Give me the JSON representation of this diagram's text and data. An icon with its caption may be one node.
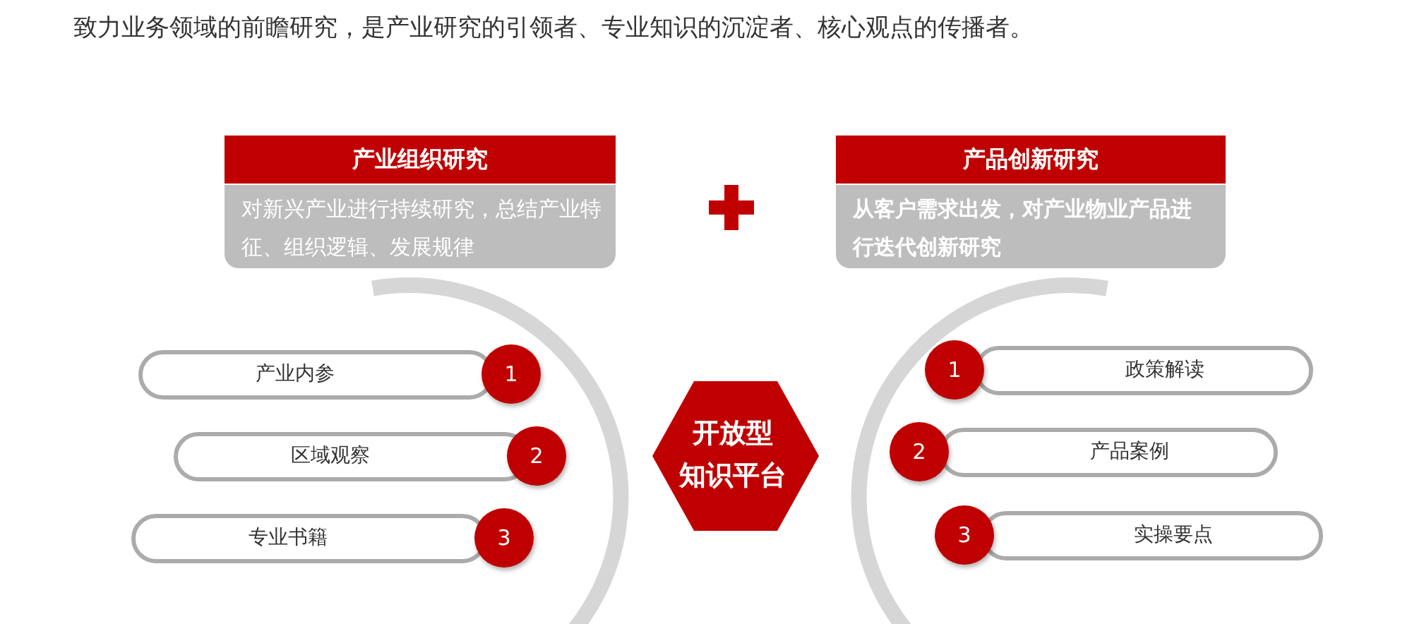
{
  "diagram": {
    "title": "致力业务领域的前瞻研究，是产业研究的引领者、专业知识的沉淀者、核心观点的传播者。",
    "nodes": [
      {
        "text": [
          "产业组织研究",
          "对新兴产业进行持续研究，总结产业特征、组织逻辑、发展规律"
        ]
      },
      {
        "text": [
          "产品创新研究",
          "从客户需求出发，对产业物业产品进行迭代创新研究"
        ]
      },
      {
        "text": [
          "产业内参",
          "1"
        ]
      },
      {
        "text": [
          "区域观察",
          "2"
        ]
      },
      {
        "text": [
          "专业书籍",
          "3"
        ]
      },
      {
        "text": [
          "开放型知识平台"
        ]
      },
      {
        "text": [
          "1",
          "政策解读"
        ]
      },
      {
        "text": [
          "2",
          "产品案例"
        ]
      },
      {
        "text": [
          "3",
          "实操要点"
        ]
      }
    ],
    "edges": []
  }
}
